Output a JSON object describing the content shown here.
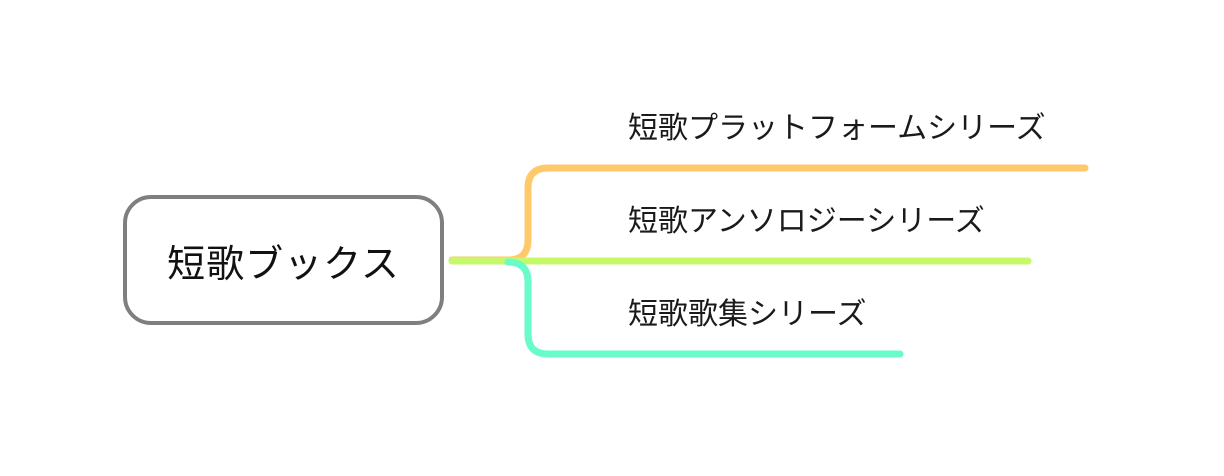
{
  "mindmap": {
    "root": {
      "label": "短歌ブックス",
      "border_color": "#7f7f7f"
    },
    "branches": [
      {
        "label": "短歌プラットフォームシリーズ",
        "color": "#fdc96b"
      },
      {
        "label": "短歌アンソロジーシリーズ",
        "color": "#c6f96a"
      },
      {
        "label": "短歌歌集シリーズ",
        "color": "#69fbc8"
      }
    ]
  }
}
